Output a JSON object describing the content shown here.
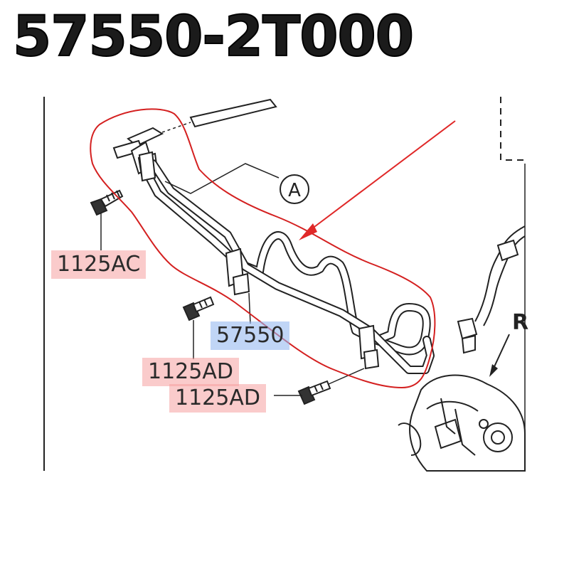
{
  "title": "57550-2T000",
  "labels": {
    "bolt_top": "1125AC",
    "part": "57550",
    "bolt_mid": "1125AD",
    "bolt_bottom": "1125AD"
  },
  "callout": {
    "view_letter": "A"
  },
  "ref_partial": "R",
  "colors": {
    "highlight_outline": "#d42020",
    "arrow": "#e02828",
    "red_label_bg": "#f5a0a0",
    "blue_label_bg": "#96b9f0"
  }
}
